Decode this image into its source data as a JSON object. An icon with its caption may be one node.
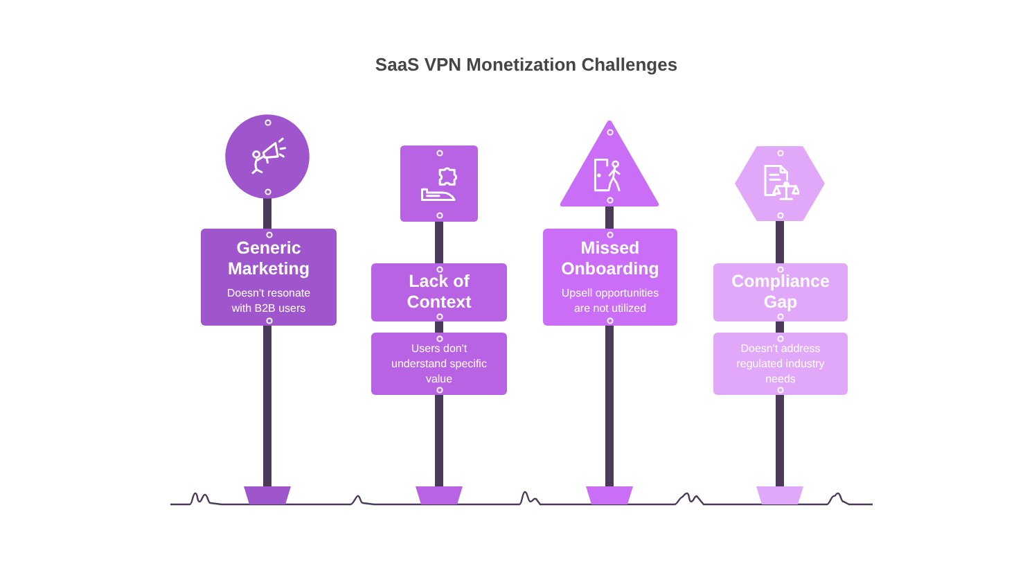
{
  "diagram": {
    "title": "SaaS VPN Monetization Challenges",
    "nodes": [
      {
        "text": [],
        "shape": "circle"
      },
      {
        "text": [
          "Generic Marketing",
          "Doesn't resonate with B2B users"
        ]
      },
      {
        "text": [],
        "shape": "box"
      },
      {
        "text": [
          "Lack of Context"
        ]
      },
      {
        "text": [
          "Users don't understand specific value"
        ]
      },
      {
        "text": [],
        "shape": "triangle"
      },
      {
        "text": [
          "Missed Onboarding",
          "Upsell opportunities are not utilized"
        ]
      },
      {
        "text": [],
        "shape": "hexagon"
      },
      {
        "text": [
          "Compliance Gap"
        ]
      },
      {
        "text": [
          "Doesn't address regulated industry needs"
        ]
      }
    ]
  }
}
